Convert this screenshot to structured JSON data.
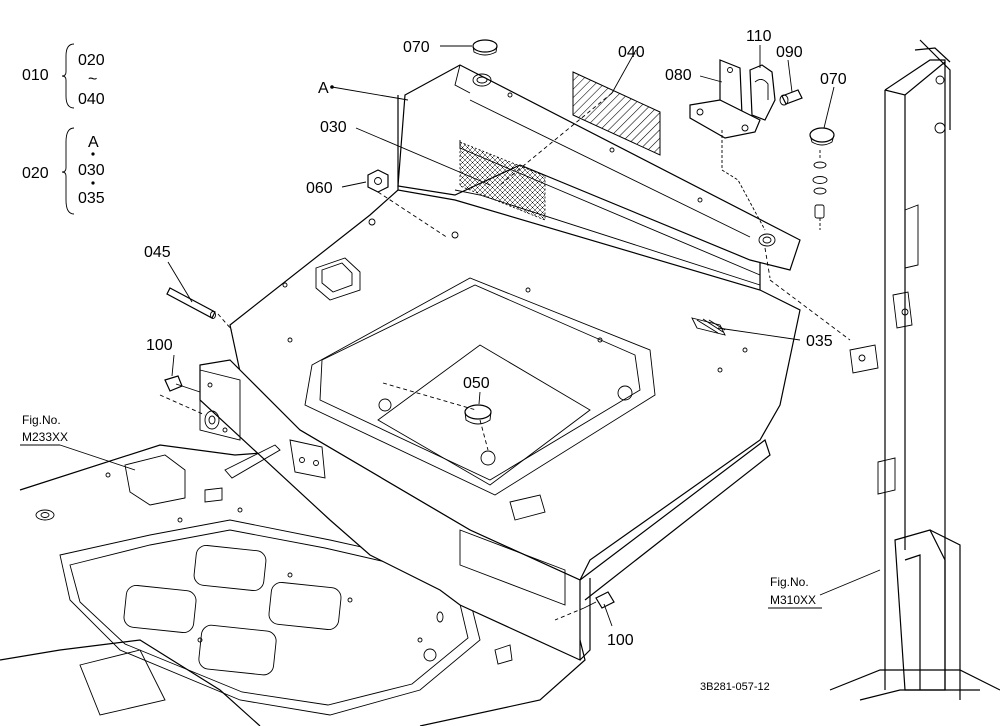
{
  "legend": {
    "group1": {
      "parent": "010",
      "first": "020",
      "sep": "~",
      "last": "040"
    },
    "group2": {
      "parent": "020",
      "first": "A",
      "second": "030",
      "third": "035"
    }
  },
  "callouts": {
    "a_marker": "A",
    "p070_top": "070",
    "p040": "040",
    "p110": "110",
    "p080": "080",
    "p090": "090",
    "p070_right": "070",
    "p030": "030",
    "p060": "060",
    "p045": "045",
    "p100_left": "100",
    "p050": "050",
    "p035": "035",
    "p100_bottom": "100"
  },
  "references": {
    "left_fig_label": "Fig.No.",
    "left_fig_number": "M233XX",
    "right_fig_label": "Fig.No.",
    "right_fig_number": "M310XX"
  },
  "drawing_id": "3B281-057-12"
}
